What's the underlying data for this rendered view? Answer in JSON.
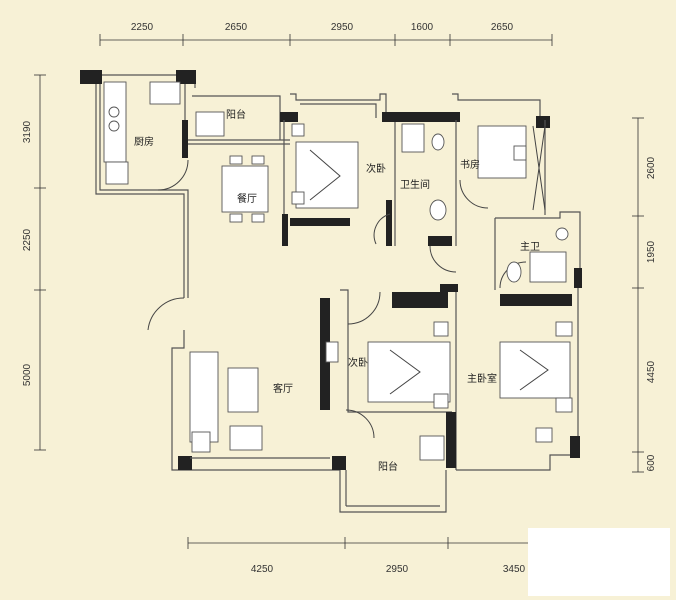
{
  "dimensions": {
    "top": [
      "2250",
      "2650",
      "2950",
      "1600",
      "2650"
    ],
    "left": [
      "3190",
      "2250",
      "5000"
    ],
    "right": [
      "2600",
      "1950",
      "4450",
      "600"
    ],
    "bottom": [
      "4250",
      "2950",
      "3450"
    ]
  },
  "rooms": {
    "kitchen": "厨房",
    "balcony_top": "阳台",
    "dining": "餐厅",
    "second_bedroom_top": "次卧",
    "bathroom": "卫生间",
    "study": "书房",
    "master_bath": "主卫",
    "second_bedroom_mid": "次卧",
    "master_bedroom": "主卧室",
    "living_room": "客厅",
    "balcony_bottom": "阳台"
  },
  "colors": {
    "background": "#f7f1d6",
    "wall": "#222222",
    "line": "#444444"
  }
}
